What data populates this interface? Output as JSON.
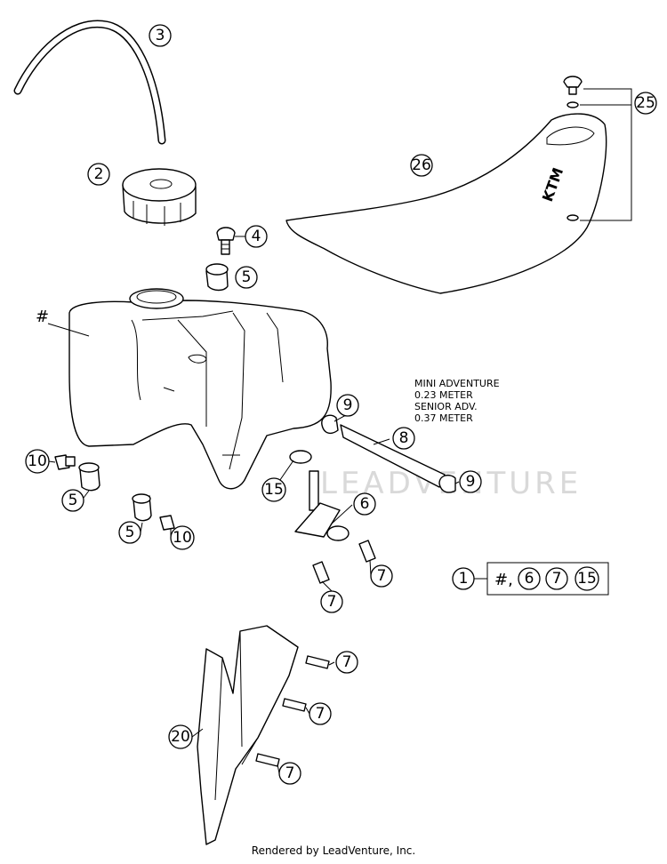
{
  "callouts": {
    "c3": "3",
    "c2": "2",
    "c4": "4",
    "c5a": "5",
    "c25": "25",
    "c26": "26",
    "c9a": "9",
    "c8": "8",
    "c9b": "9",
    "c10a": "10",
    "c5b": "5",
    "c15": "15",
    "c6": "6",
    "c5c": "5",
    "c10b": "10",
    "c7a": "7",
    "c7b": "7",
    "c7c": "7",
    "c7d": "7",
    "c20": "20",
    "c7e": "7"
  },
  "tank_label": "#",
  "hose_note": {
    "line1": "MINI ADVENTURE",
    "line2": "0.23 METER",
    "line3": "SENIOR ADV.",
    "line4": "0.37 METER"
  },
  "kit_box": {
    "number": "1",
    "contents_prefix": "#,",
    "items": [
      "6",
      "7",
      "15"
    ]
  },
  "seat_logo": "KTM",
  "watermark": "LEADVENTURE",
  "footer": "Rendered by LeadVenture, Inc."
}
